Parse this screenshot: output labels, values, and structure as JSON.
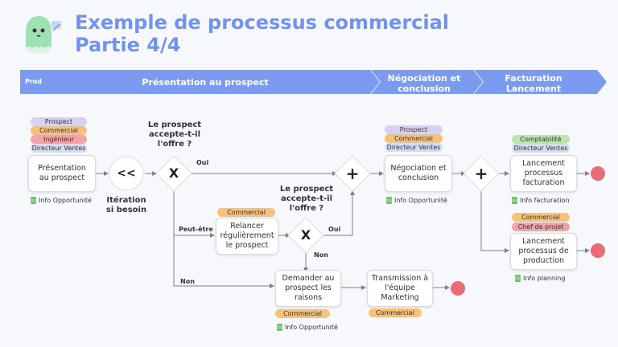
{
  "title": {
    "line1": "Exemple de processus commercial",
    "line2": "Partie 4/4"
  },
  "colors": {
    "accent": "#6f93ee",
    "lane": "#7b9bf0",
    "tag_purple": "#d7d2ee",
    "tag_orange": "#f6c27a",
    "tag_red": "#f2a3a7",
    "tag_blue": "#d3dcf2",
    "tag_green": "#bfe3b0",
    "end": "#e96b73"
  },
  "phases": {
    "prod": "Prod",
    "presentation": "Présentation au prospect",
    "negociation": "Négociation et conclusion",
    "facturation": "Facturation Lancement"
  },
  "tags": {
    "prospect": "Prospect",
    "commercial": "Commercial",
    "ingenieur": "Ingénieur",
    "directeur_ventes": "Directeur Ventes",
    "comptabilite": "Comptabilité",
    "chef_de_projet": "Chef de projet"
  },
  "nodes": {
    "presentation": "Présentation au prospect",
    "relancer": "Relancer régulièrement le prospect",
    "demander": "Demander au prospect les raisons",
    "negociation": "Négociation et conclusion",
    "transmission": "Transmission à l'équipe Marketing",
    "lancement_facturation": "Lancement processus facturation",
    "lancement_production": "Lancement processus de production"
  },
  "notes": {
    "info_opportunite": "Info Opportunité",
    "info_facturation": "Info facturation",
    "info_planning": "Info planning"
  },
  "questions": {
    "q1": "Le prospect accepte-t-il l'offre ?",
    "q2": "Le prospect accepte-t-il l'offre ?"
  },
  "edges": {
    "oui": "Oui",
    "peut_etre": "Peut-être",
    "non": "Non"
  },
  "gateways": {
    "x": "X",
    "plus": "+",
    "loop": "<<"
  },
  "iteration": "Itération si besoin"
}
